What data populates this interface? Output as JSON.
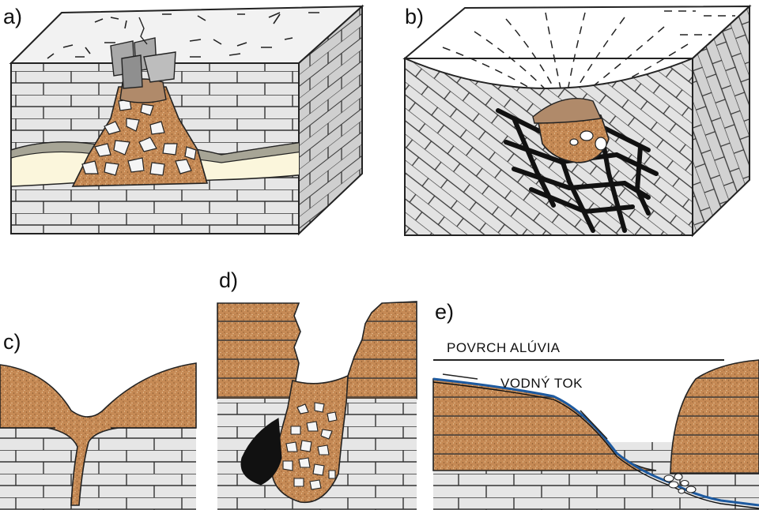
{
  "panels": {
    "a": {
      "label": "a)"
    },
    "b": {
      "label": "b)"
    },
    "c": {
      "label": "c)"
    },
    "d": {
      "label": "d)"
    },
    "e": {
      "label": "e)",
      "alluvium_surface_label": "POVRCH ALÚVIA",
      "stream_label": "VODNÝ TOK"
    }
  },
  "colors": {
    "limestone": "#e6e6e6",
    "limestone_dark": "#b9b9b9",
    "sediment": "#c68a55",
    "clay": "#b08a6a",
    "cave_fill": "#fbf6dc",
    "cave_rim": "#a7a596",
    "void": "#111111",
    "water": "#1d5aa0",
    "outline": "#222222"
  }
}
